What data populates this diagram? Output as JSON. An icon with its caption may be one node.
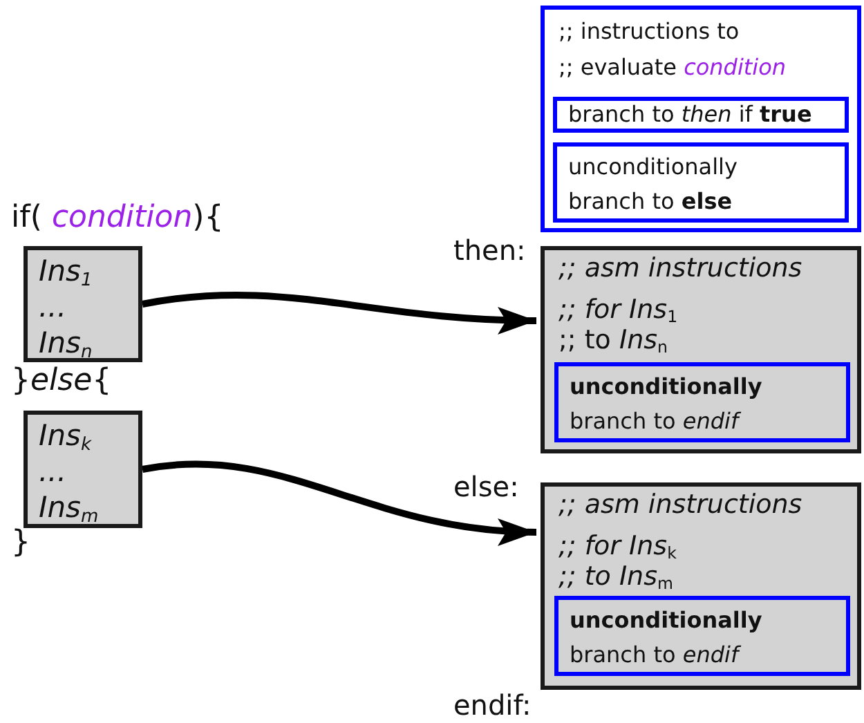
{
  "diagram": {
    "nodes": [
      {
        "text": [
          "Ins$_{1}$",
          "...",
          "Ins$_{n}$"
        ]
      },
      {
        "text": [
          "Ins$_{k}$",
          "...",
          "Ins$_{m}$"
        ]
      },
      {
        "text": [
          ";; instructions to",
          ";; evaluate *condition*"
        ]
      },
      {
        "text": [
          "branch to *then* if **true**"
        ],
        "in": 2
      },
      {
        "text": [
          "unconditionally branch to **else**"
        ],
        "in": 2
      },
      {
        "text": [
          ";; asm instructions",
          "*;; for Ins*$_{1}$",
          ";; to *Ins*$_{n}$"
        ],
        "beside": [
          "then:"
        ]
      },
      {
        "text": [
          "**unconditionally** branch to *endif*"
        ],
        "in": 5
      },
      {
        "text": [
          ";; asm instructions",
          "*;; for Ins*$_{k}$",
          "*;; to Ins*$_{m}$"
        ],
        "beside": [
          "else:"
        ]
      },
      {
        "text": [
          "**unconditionally** branch to *endif*"
        ],
        "in": 7
      }
    ],
    "edges": [
      {
        "from": 0,
        "to": 5,
        "arrow": "to"
      },
      {
        "from": 1,
        "to": 7,
        "arrow": "to"
      }
    ],
    "labels": [
      "if( *condition*){",
      "}*else*{",
      "}",
      "endif:"
    ]
  }
}
